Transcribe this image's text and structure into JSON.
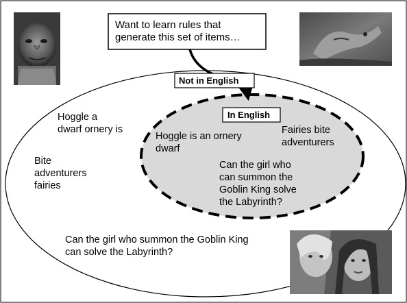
{
  "callout_text": [
    "Want to learn rules that",
    "generate this set of items…"
  ],
  "label_not_english": "Not in English",
  "label_english": "In English",
  "inner_items": [
    [
      "Hoggle is an ornery",
      "dwarf"
    ],
    [
      "Fairies bite",
      "adventurers"
    ],
    [
      "Can the girl who",
      "can summon the",
      "Goblin King solve",
      "the Labyrinth?"
    ]
  ],
  "outer_items": [
    [
      "Hoggle a",
      "dwarf ornery is"
    ],
    [
      "Bite",
      "adventurers",
      "fairies"
    ],
    [
      "Can the girl who summon the Goblin King",
      "can solve the Labyrinth?"
    ]
  ],
  "colors": {
    "inner_fill": "#d9d9d9",
    "stroke": "#000000"
  },
  "photos": [
    "hoggle-photo",
    "creature-photo",
    "labyrinth-photo"
  ]
}
